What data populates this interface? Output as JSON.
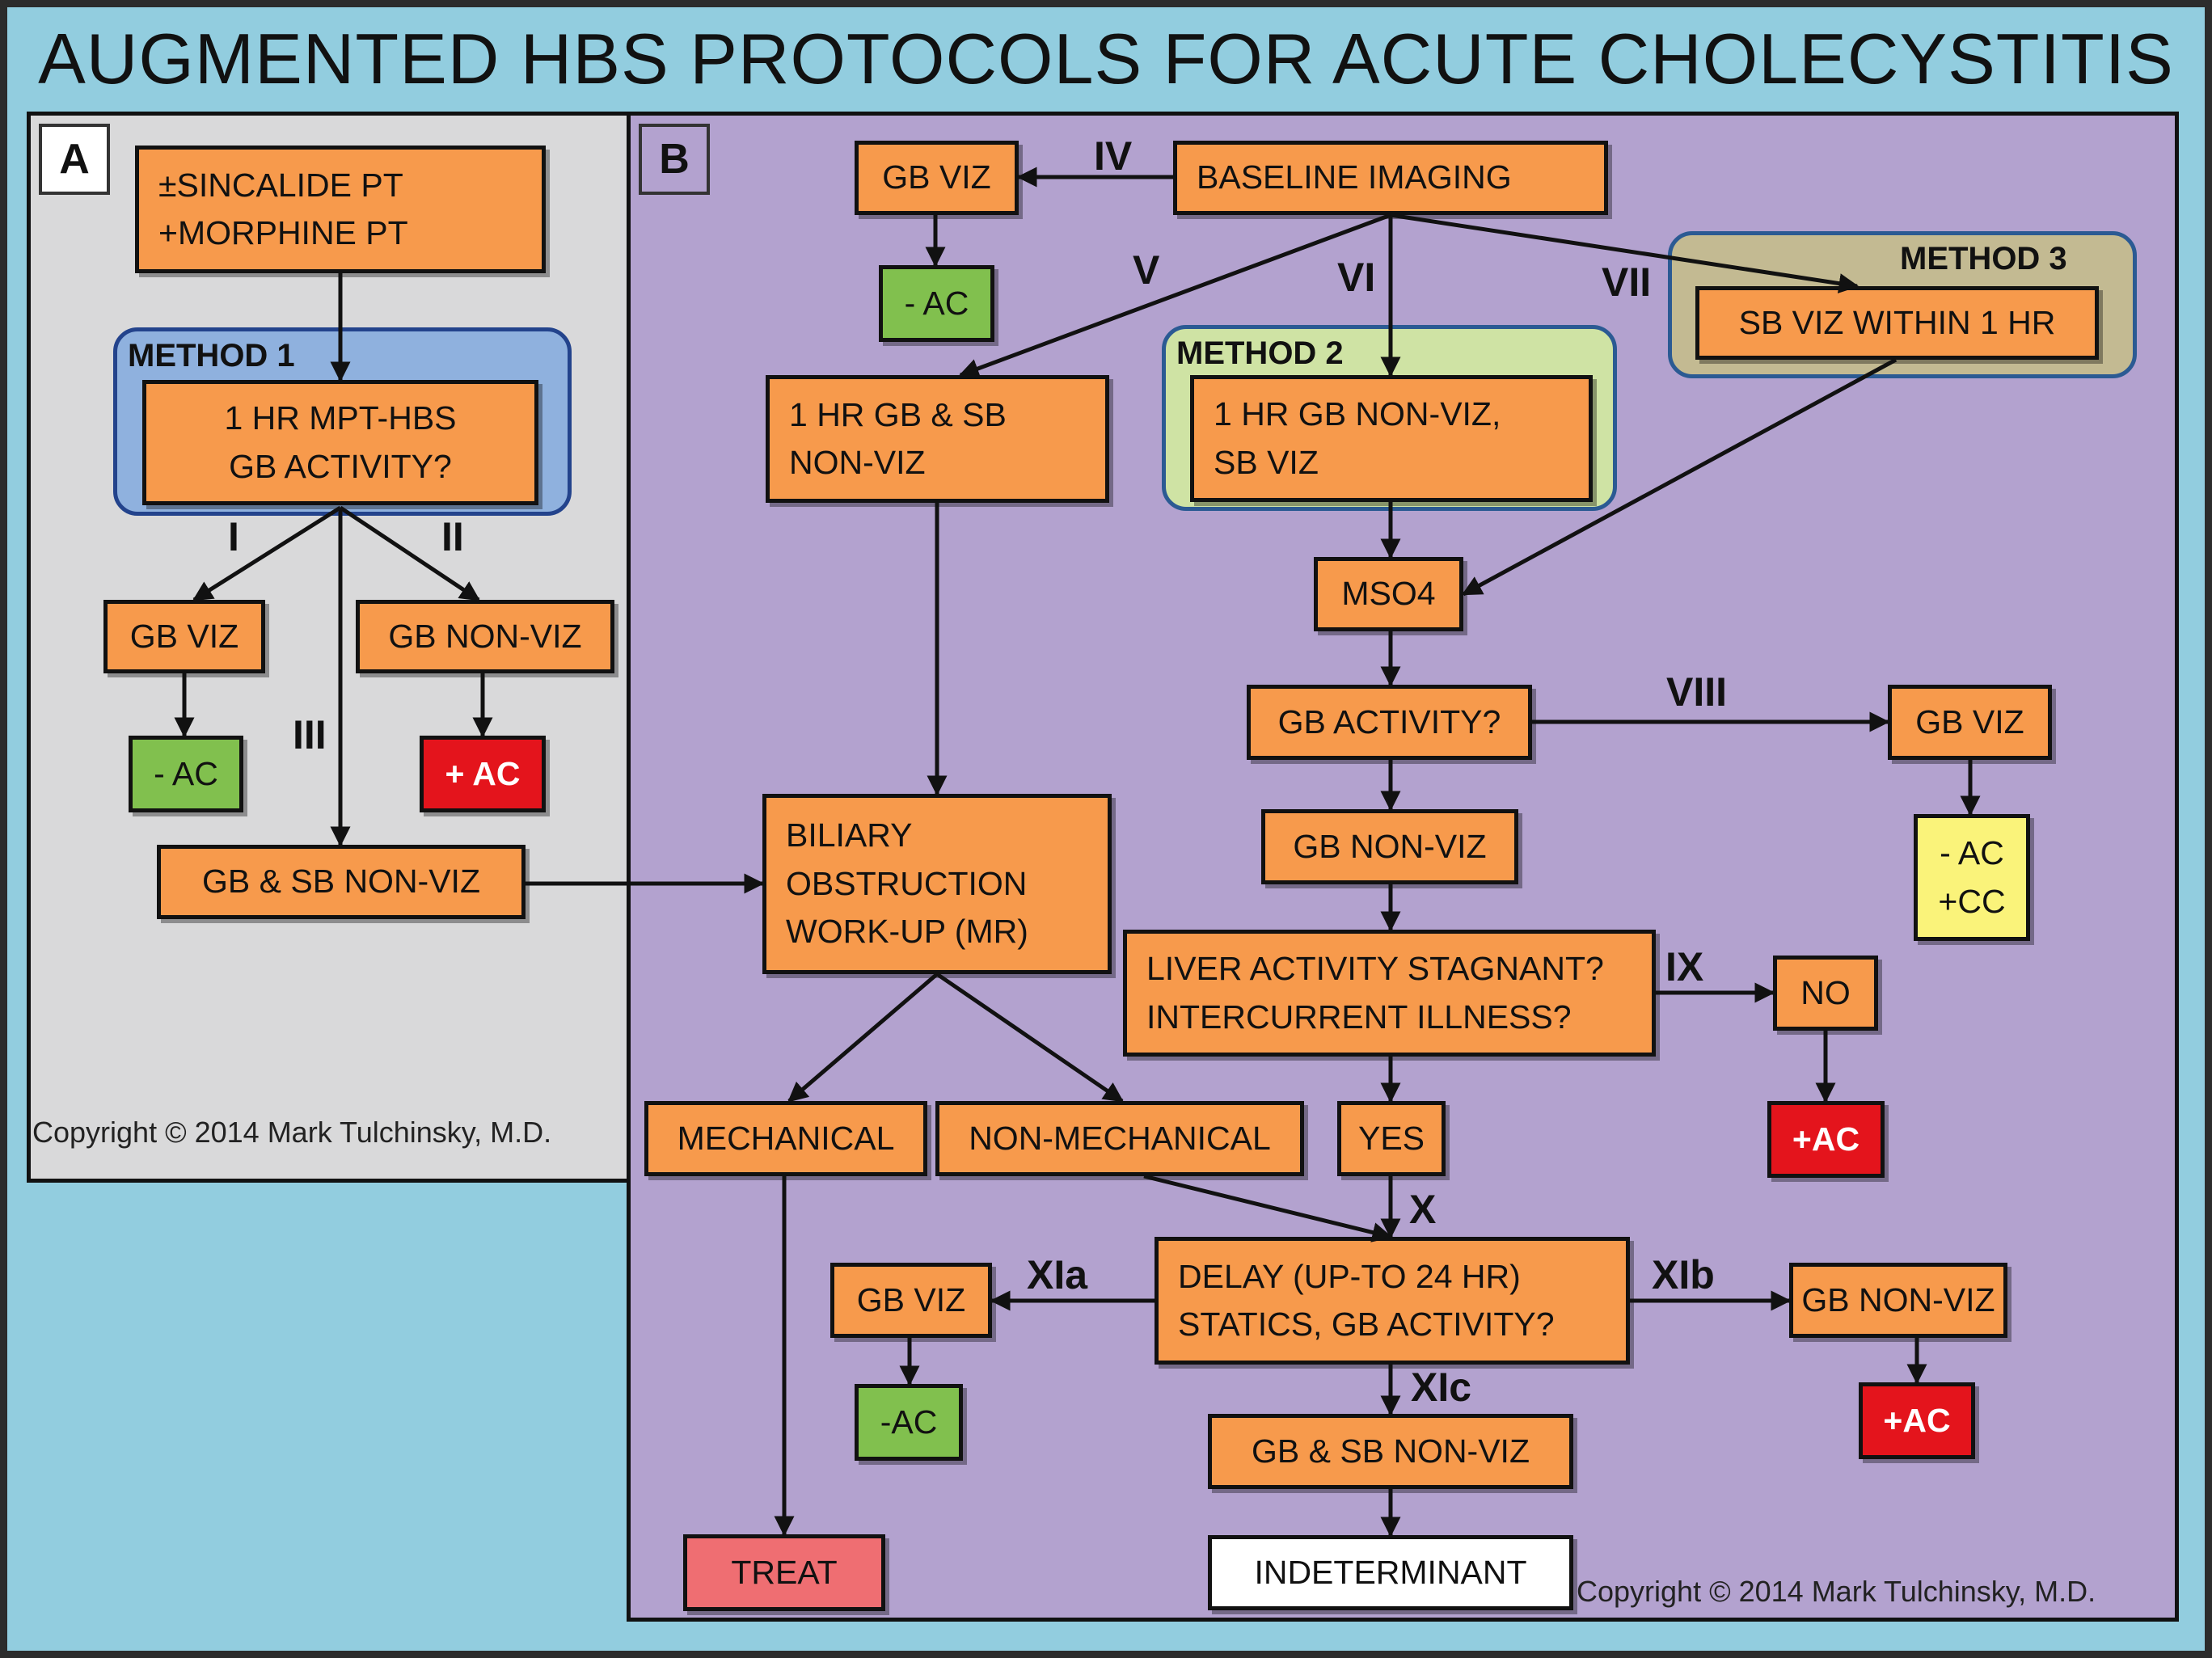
{
  "title": "AUGMENTED HBS PROTOCOLS FOR ACUTE CHOLECYSTITIS",
  "panel_a": {
    "letter": "A",
    "method1_label": "METHOD 1",
    "pretreat": [
      "±SINCALIDE PT",
      "+MORPHINE PT"
    ],
    "mpt_hbs": [
      "1 HR MPT-HBS",
      "GB ACTIVITY?"
    ],
    "gb_viz": "GB VIZ",
    "gb_nonviz": "GB NON-VIZ",
    "neg_ac": "- AC",
    "pos_ac": "+ AC",
    "gb_sb_nonviz": "GB & SB NON-VIZ",
    "routes": {
      "i": "I",
      "ii": "II",
      "iii": "III"
    },
    "copyright": "Copyright © 2014 Mark Tulchinsky, M.D."
  },
  "panel_b": {
    "letter": "B",
    "method2_label": "METHOD 2",
    "method3_label": "METHOD 3",
    "baseline": "BASELINE  IMAGING",
    "gb_viz_top": "GB VIZ",
    "neg_ac_top": "- AC",
    "gb_sb_nonviz_1hr": [
      "1 HR GB & SB",
      "NON-VIZ"
    ],
    "gb_nonviz_sb_viz": [
      "1 HR GB NON-VIZ,",
      "SB VIZ"
    ],
    "sb_viz_1hr": "SB VIZ WITHIN 1 HR",
    "mso4": "MSO4",
    "gb_activity": "GB ACTIVITY?",
    "gb_viz_viii": "GB VIZ",
    "neg_ac_cc": [
      "- AC",
      "+CC"
    ],
    "gb_nonviz_mid": "GB NON-VIZ",
    "liver_q": [
      "LIVER ACTIVITY STAGNANT?",
      "INTERCURRENT ILLNESS?"
    ],
    "no": "NO",
    "pos_ac_ix": "+AC",
    "biliary": [
      "BILIARY",
      "OBSTRUCTION",
      "WORK-UP (MR)"
    ],
    "mechanical": "MECHANICAL",
    "non_mechanical": "NON-MECHANICAL",
    "yes": "YES",
    "delay": [
      "DELAY (UP-TO 24 HR)",
      "STATICS, GB ACTIVITY?"
    ],
    "gb_viz_xia": "GB VIZ",
    "neg_ac_xia": "-AC",
    "gb_nonviz_xib": "GB NON-VIZ",
    "pos_ac_xib": "+AC",
    "gb_sb_nonviz_xic": "GB & SB NON-VIZ",
    "indeterminant": "INDETERMINANT",
    "treat": "TREAT",
    "routes": {
      "iv": "IV",
      "v": "V",
      "vi": "VI",
      "vii": "VII",
      "viii": "VIII",
      "ix": "IX",
      "x": "X",
      "xia": "XIa",
      "xib": "XIb",
      "xic": "XIc"
    },
    "copyright": "Copyright © 2014 Mark Tulchinsky, M.D."
  },
  "colors": {
    "background": "#92cddf",
    "panel_a": "#d9d9da",
    "panel_b": "#b3a2cf",
    "step_box": "#f79a4c",
    "negative": "#81c04e",
    "positive": "#e4141c",
    "cc": "#faf37a",
    "treat": "#ef6e72",
    "method1": "#8fb1de",
    "method2": "#cfe3a4",
    "method3": "#c3ba92"
  }
}
